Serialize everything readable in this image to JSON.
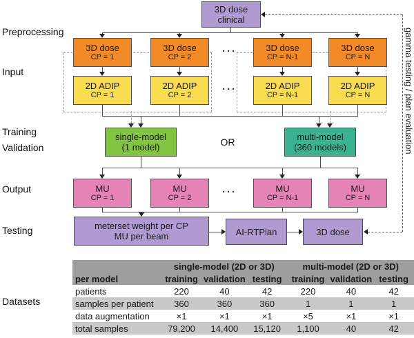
{
  "labels": {
    "preprocessing": "Preprocessing",
    "input": "Input",
    "training": "Training",
    "validation": "Validation",
    "output": "Output",
    "testing": "Testing",
    "datasets": "Datasets"
  },
  "flow": {
    "clinical": {
      "line1": "3D dose",
      "line2": "clinical"
    },
    "dose_row": [
      {
        "line1": "3D dose",
        "line2": "CP = 1"
      },
      {
        "line1": "3D dose",
        "line2": "CP = 2"
      },
      {
        "line1": "3D dose",
        "line2": "CP = N-1"
      },
      {
        "line1": "3D dose",
        "line2": "CP = N"
      }
    ],
    "adip_row": [
      {
        "line1": "2D ADIP",
        "line2": "CP = 1"
      },
      {
        "line1": "2D ADIP",
        "line2": "CP = 2"
      },
      {
        "line1": "2D ADIP",
        "line2": "CP = N-1"
      },
      {
        "line1": "2D ADIP",
        "line2": "CP = N"
      }
    ],
    "mu_row": [
      {
        "line1": "MU",
        "line2": "CP = 1"
      },
      {
        "line1": "MU",
        "line2": "CP = 2"
      },
      {
        "line1": "MU",
        "line2": "CP = N-1"
      },
      {
        "line1": "MU",
        "line2": "CP = N"
      }
    ],
    "ellipsis": "···",
    "or_label": "OR",
    "single_model": {
      "line1": "single-model",
      "line2": "(1 model)"
    },
    "multi_model": {
      "line1": "multi-model",
      "line2": "(360 models)"
    },
    "meterset": {
      "line1": "meterset weight per CP",
      "line2": "MU per beam"
    },
    "ai_rtplan": "AI-RTPlan",
    "dose_pred": "3D dose",
    "gamma_label": "gamma testing / plan evaluation"
  },
  "colors": {
    "orange": "#F28A28",
    "yellow": "#F9DC4F",
    "green": "#82C341",
    "teal": "#3BB392",
    "pink": "#E583B5",
    "purple": "#AF9BD2",
    "table_header_gray": "#9E9E9E",
    "table_row_gray": "#C9C9C9"
  },
  "table": {
    "group_headers": [
      "single-model (2D or 3D)",
      "multi-model (2D or 3D)"
    ],
    "col_headers": [
      "per model",
      "training",
      "validation",
      "testing",
      "training",
      "validation",
      "testing"
    ],
    "rows": [
      {
        "label": "patients",
        "values": [
          "220",
          "40",
          "42",
          "220",
          "40",
          "42"
        ]
      },
      {
        "label": "samples per patient",
        "values": [
          "360",
          "360",
          "360",
          "1",
          "1",
          "1"
        ]
      },
      {
        "label": "data augmentation",
        "values": [
          "×1",
          "×1",
          "×1",
          "×5",
          "×1",
          "×1"
        ]
      },
      {
        "label": "total samples",
        "values": [
          "79,200",
          "14,400",
          "15,120",
          "1,100",
          "40",
          "42"
        ]
      }
    ]
  }
}
